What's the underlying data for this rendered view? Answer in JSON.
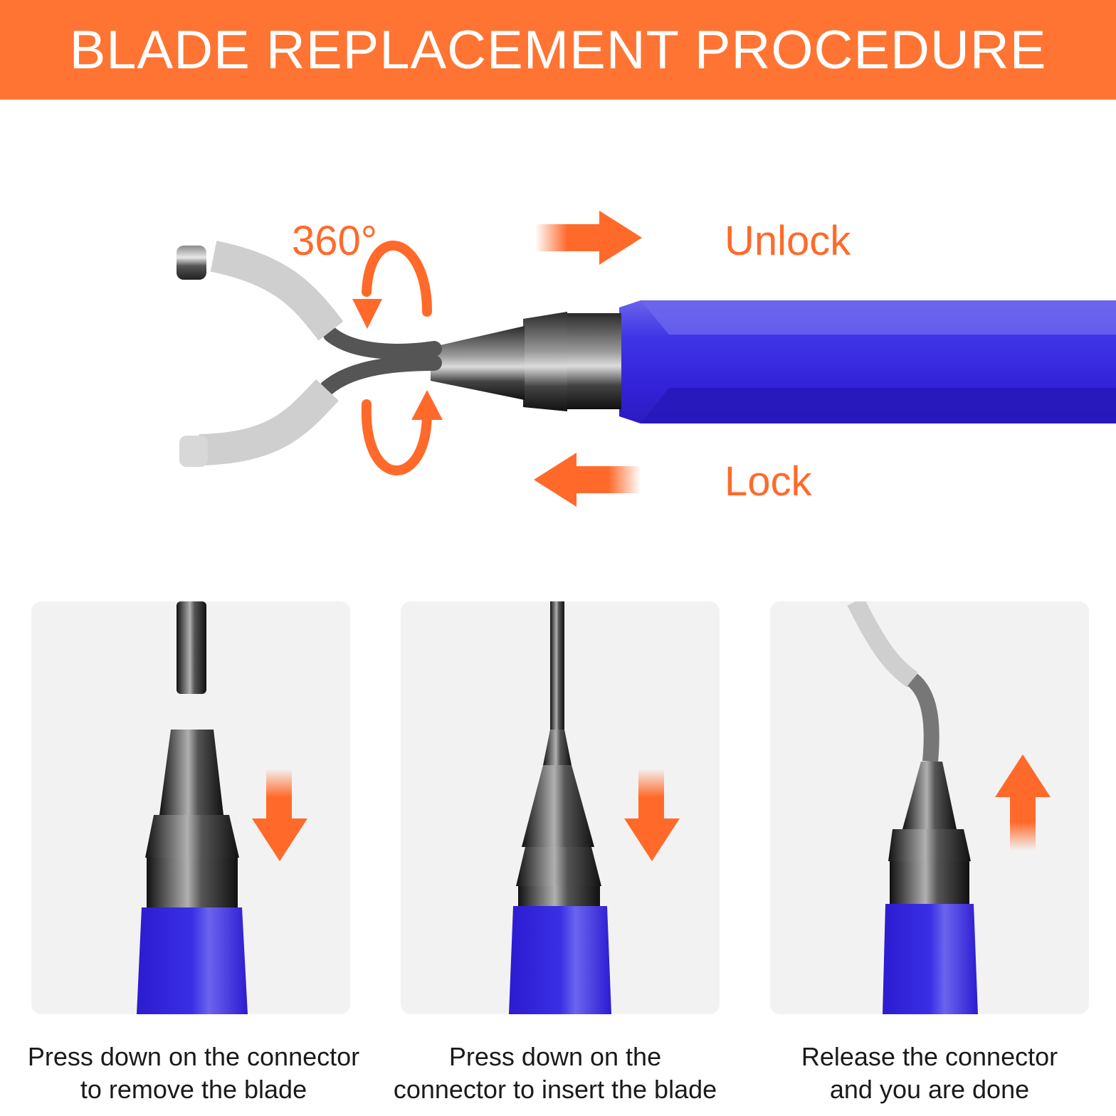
{
  "title": "BLADE REPLACEMENT PROCEDURE",
  "hero": {
    "rotation_label": "360°",
    "unlock_label": "Unlock",
    "lock_label": "Lock"
  },
  "steps": [
    {
      "caption_line1": "Press down on the connector",
      "caption_line2": "to remove the blade",
      "arrow": "down"
    },
    {
      "caption_line1": "Press down on the",
      "caption_line2": "connector to insert the blade",
      "arrow": "down"
    },
    {
      "caption_line1": "Release the connector",
      "caption_line2": "and you are done",
      "arrow": "up"
    }
  ],
  "colors": {
    "accent": "#ff7433",
    "handle": "#3a2fe0",
    "panel": "#f2f2f2"
  }
}
